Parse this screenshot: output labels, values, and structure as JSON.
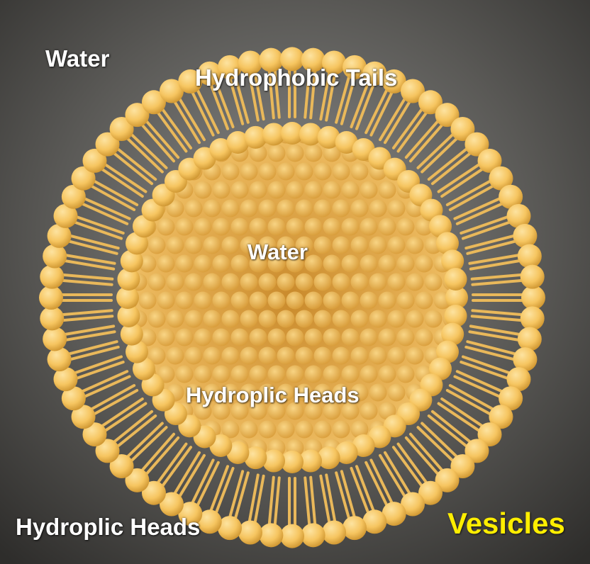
{
  "diagram": {
    "labels": {
      "water_outer": "Water",
      "hydrophobic_tails": "Hydrophobic Tails",
      "water_inner": "Water",
      "heads_inner": "Hydroplic Heads",
      "heads_outer": "Hydroplic Heads",
      "title": "Vesicles"
    },
    "colors": {
      "label_white": "#ffffff",
      "title_yellow": "#ffee00",
      "background_dark": "#2e2d2b",
      "background_light": "#8a8a88",
      "head_base": "#f6c560",
      "head_light": "#fde3a0",
      "head_dark": "#c98f2a",
      "tail": "#e9b85a"
    }
  }
}
